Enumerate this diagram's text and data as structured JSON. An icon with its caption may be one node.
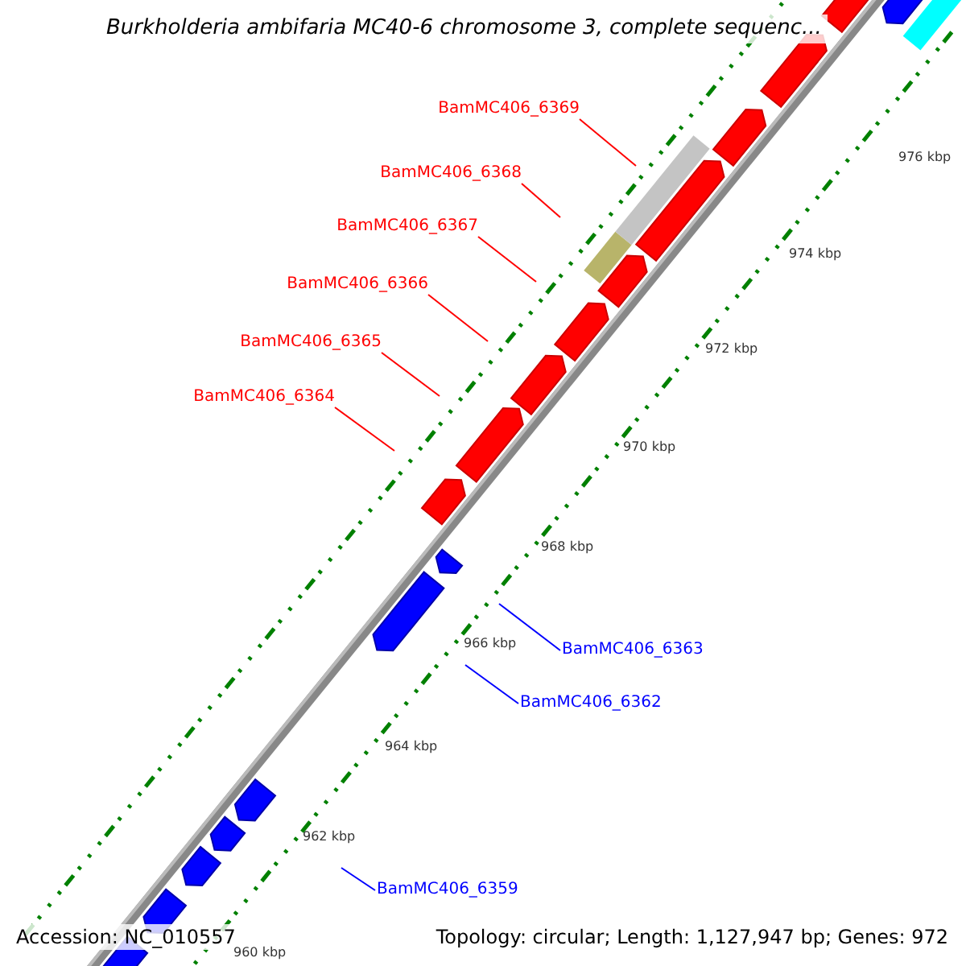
{
  "diagram": {
    "title": "Burkholderia ambifaria MC40-6 chromosome 3, complete sequenc...",
    "nodes": [
      {
        "text": [
          "BamMC406_6369"
        ]
      },
      {
        "text": [
          "BamMC406_6368"
        ]
      },
      {
        "text": [
          "BamMC406_6367"
        ]
      },
      {
        "text": [
          "BamMC406_6366"
        ]
      },
      {
        "text": [
          "BamMC406_6365"
        ]
      },
      {
        "text": [
          "BamMC406_6364"
        ]
      },
      {
        "text": [
          "BamMC406_6363"
        ]
      },
      {
        "text": [
          "BamMC406_6362"
        ]
      },
      {
        "text": [
          "BamMC406_6359"
        ]
      }
    ],
    "edges": [
      {
        "from": 0,
        "to": null,
        "arrow": "none"
      },
      {
        "from": 1,
        "to": null,
        "arrow": "none"
      },
      {
        "from": 2,
        "to": null,
        "arrow": "none"
      },
      {
        "from": 3,
        "to": null,
        "arrow": "none"
      },
      {
        "from": 4,
        "to": null,
        "arrow": "none"
      },
      {
        "from": 5,
        "to": null,
        "arrow": "none"
      },
      {
        "from": 6,
        "to": null,
        "arrow": "none",
        "color": "#0000ff"
      },
      {
        "from": 7,
        "to": null,
        "arrow": "none",
        "color": "#0000ff"
      },
      {
        "from": 8,
        "to": null,
        "arrow": "none",
        "color": "#0000ff"
      }
    ],
    "labels": [
      "976 kbp",
      "974 kbp",
      "972 kbp",
      "970 kbp",
      "968 kbp",
      "966 kbp",
      "964 kbp",
      "962 kbp",
      "Accession: NC_010557",
      "Topology: circular; Length: 1,127,947 bp; Genes: 972",
      "960 kbp"
    ]
  }
}
